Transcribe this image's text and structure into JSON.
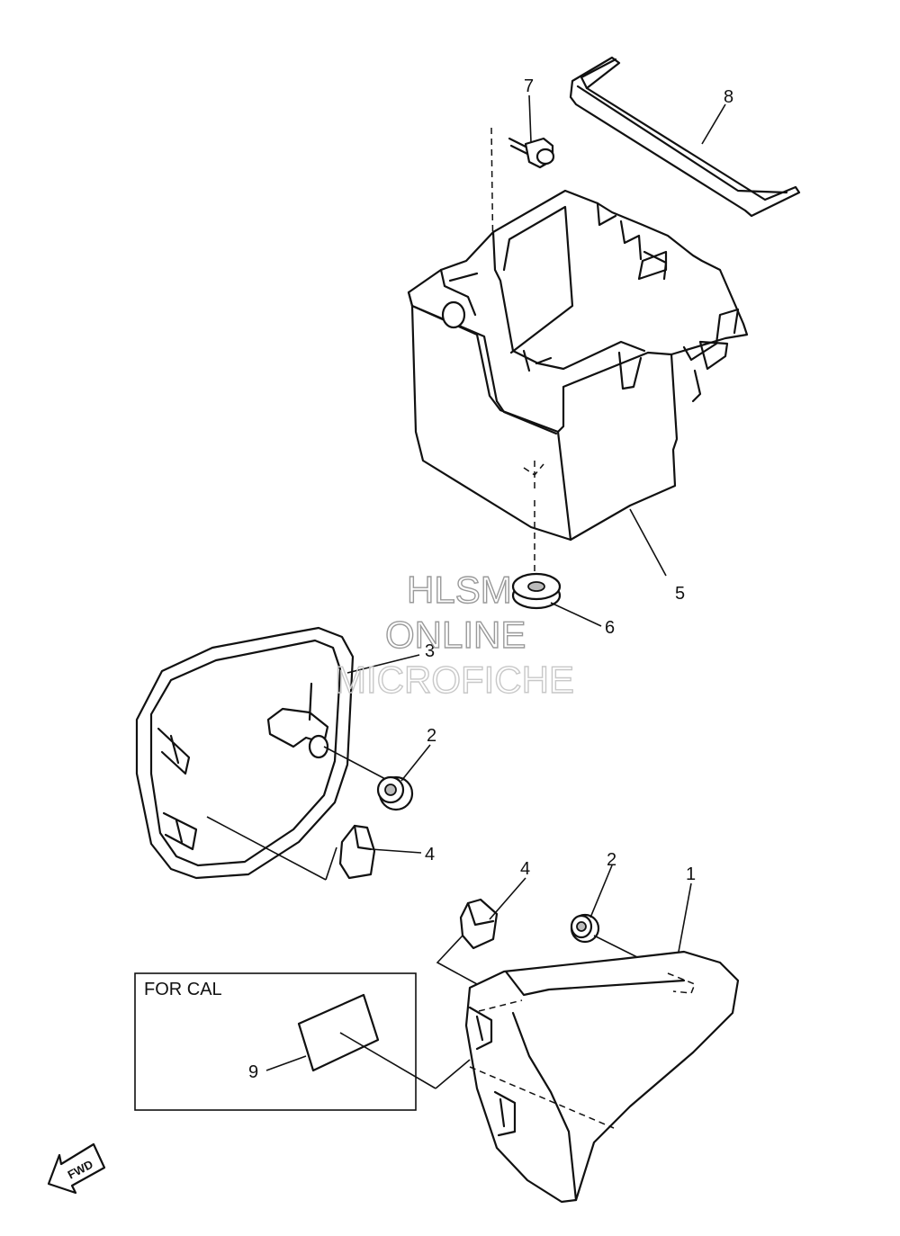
{
  "callouts": {
    "c1": "1",
    "c2a": "2",
    "c2b": "2",
    "c3": "3",
    "c4a": "4",
    "c4b": "4",
    "c5": "5",
    "c6": "6",
    "c7": "7",
    "c8": "8",
    "c9": "9"
  },
  "inset": {
    "label": "FOR CAL"
  },
  "fwd_arrow": {
    "label": "FWD"
  },
  "watermark": {
    "line1": "HLSM",
    "line2": "ONLINE",
    "line3": "MICROFICHE"
  },
  "icons": {
    "fwd": "fwd-arrow-icon"
  }
}
